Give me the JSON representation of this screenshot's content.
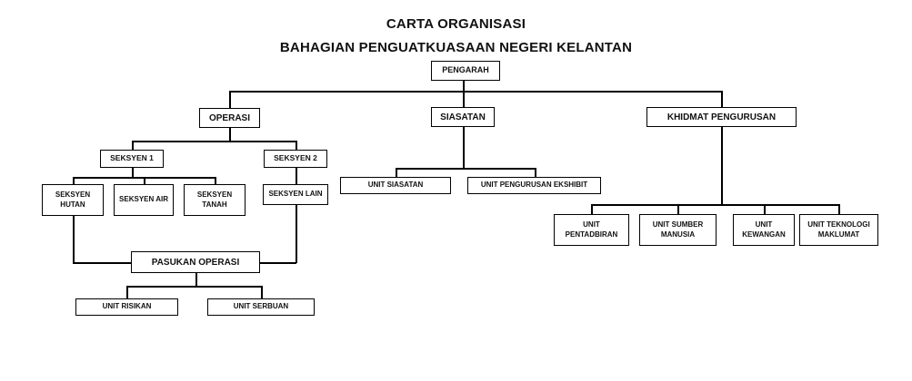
{
  "title": {
    "line1": "CARTA ORGANISASI",
    "line2": "BAHAGIAN PENGUATKUASAAN NEGERI KELANTAN"
  },
  "nodes": {
    "pengarah": {
      "label": "PENGARAH"
    },
    "operasi": {
      "label": "OPERASI"
    },
    "siasatan": {
      "label": "SIASATAN"
    },
    "khidmat_pengurusan": {
      "label": "KHIDMAT PENGURUSAN"
    },
    "seksyen_1": {
      "label": "SEKSYEN 1"
    },
    "seksyen_2": {
      "label": "SEKSYEN 2"
    },
    "seksyen_hutan": {
      "label": "SEKSYEN HUTAN"
    },
    "seksyen_air": {
      "label": "SEKSYEN AIR"
    },
    "seksyen_tanah": {
      "label": "SEKSYEN TANAH"
    },
    "seksyen_lain": {
      "label": "SEKSYEN LAIN"
    },
    "pasukan_operasi": {
      "label": "PASUKAN OPERASI"
    },
    "unit_risikan": {
      "label": "UNIT RISIKAN"
    },
    "unit_serbuan": {
      "label": "UNIT SERBUAN"
    },
    "unit_siasatan": {
      "label": "UNIT SIASATAN"
    },
    "unit_pengurusan_ekshibit": {
      "label": "UNIT PENGURUSAN EKSHIBIT"
    },
    "unit_pentadbiran": {
      "label": "UNIT PENTADBIRAN"
    },
    "unit_sumber_manusia": {
      "label": "UNIT SUMBER MANUSIA"
    },
    "unit_kewangan": {
      "label": "UNIT KEWANGAN"
    },
    "unit_teknologi_maklumat": {
      "label": "UNIT TEKNOLOGI MAKLUMAT"
    }
  },
  "colors": {
    "background": "#ffffff",
    "box_border": "#000000",
    "line": "#000000",
    "text": "#111111"
  }
}
